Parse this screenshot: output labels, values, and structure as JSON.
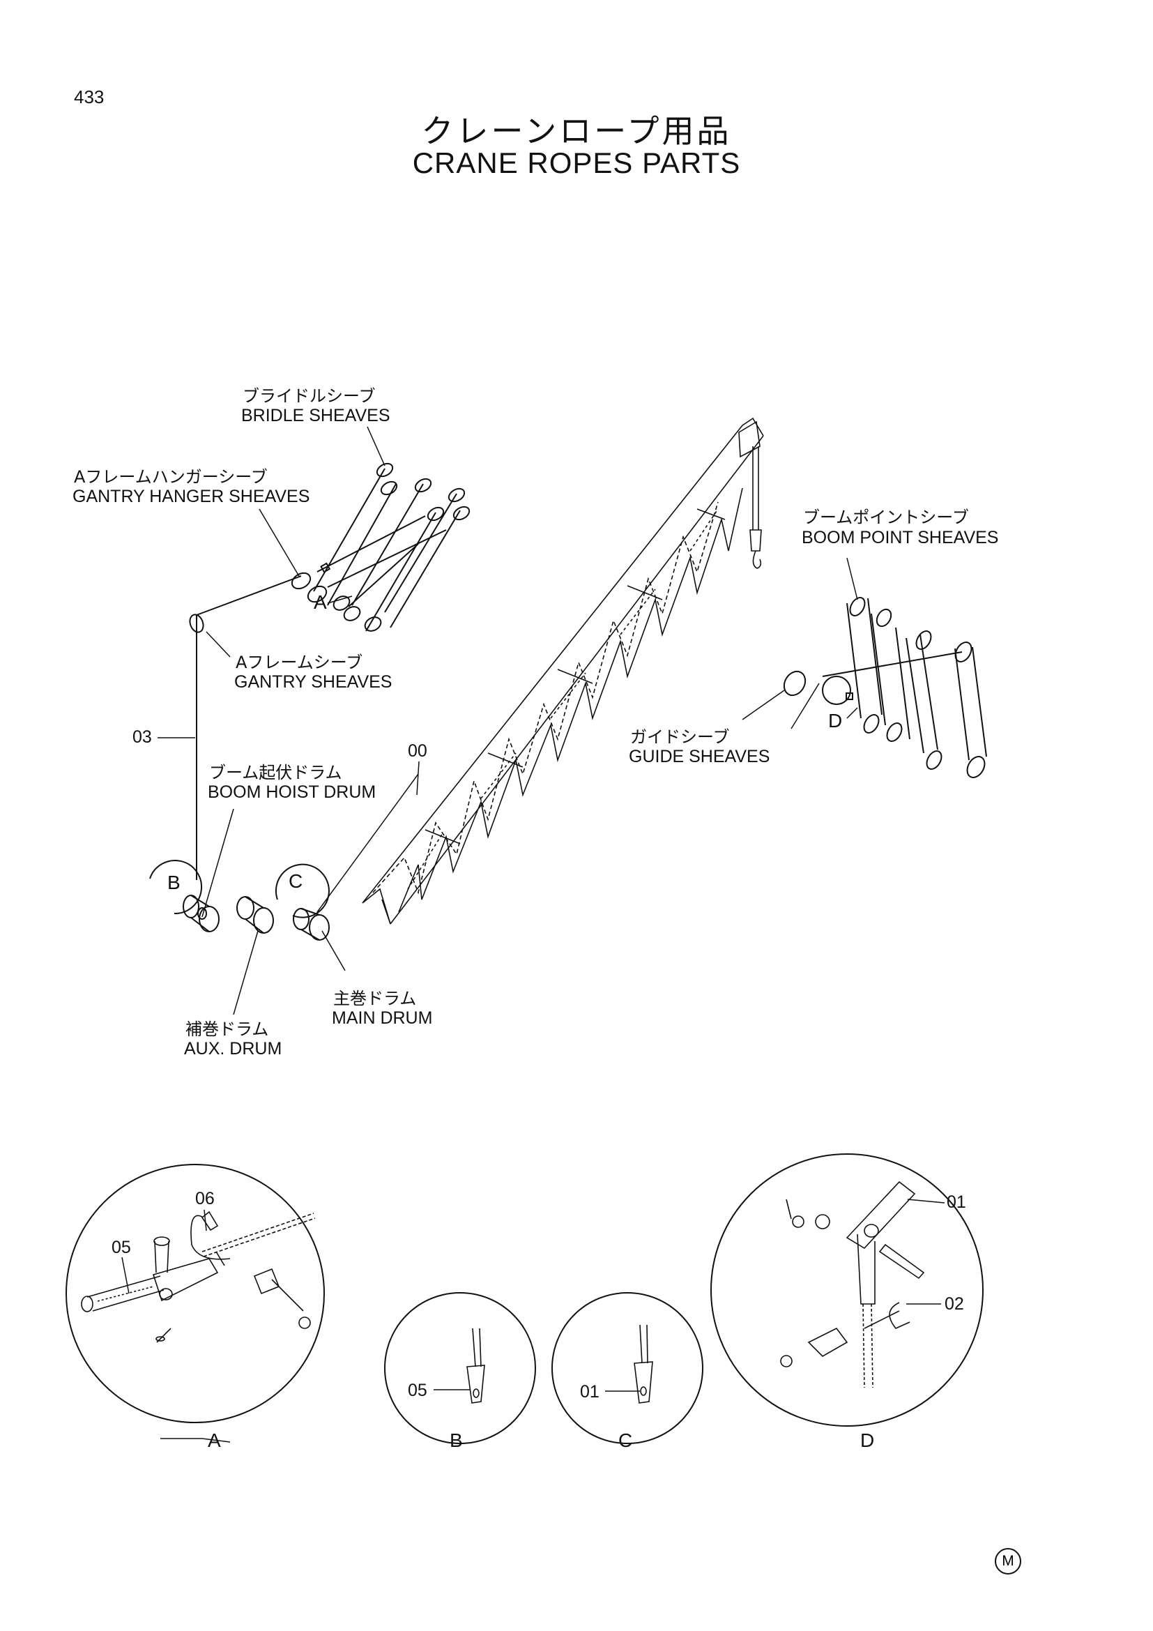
{
  "page_number": "433",
  "title_jp": "クレーンロープ用品",
  "title_en": "CRANE ROPES PARTS",
  "labels": {
    "bridle_jp": "ブライドルシーブ",
    "bridle_en": "BRIDLE SHEAVES",
    "gantry_hanger_jp": "Aフレームハンガーシーブ",
    "gantry_hanger_en": "GANTRY HANGER SHEAVES",
    "gantry_jp": "Aフレームシーブ",
    "gantry_en": "GANTRY SHEAVES",
    "boom_hoist_jp": "ブーム起伏ドラム",
    "boom_hoist_en": "BOOM HOIST DRUM",
    "boom_point_jp": "ブームポイントシーブ",
    "boom_point_en": "BOOM POINT SHEAVES",
    "guide_jp": "ガイドシーブ",
    "guide_en": "GUIDE SHEAVES",
    "main_drum_jp": "主巻ドラム",
    "main_drum_en": "MAIN DRUM",
    "aux_drum_jp": "補巻ドラム",
    "aux_drum_en": "AUX. DRUM"
  },
  "callouts": {
    "c03": "03",
    "c00": "00",
    "c06": "06",
    "c05": "05",
    "c01": "01",
    "c02": "02",
    "detail_b_part": "05",
    "detail_c_part": "01"
  },
  "details": {
    "a": "A",
    "b": "B",
    "c": "C",
    "d": "D"
  },
  "mark": "M"
}
